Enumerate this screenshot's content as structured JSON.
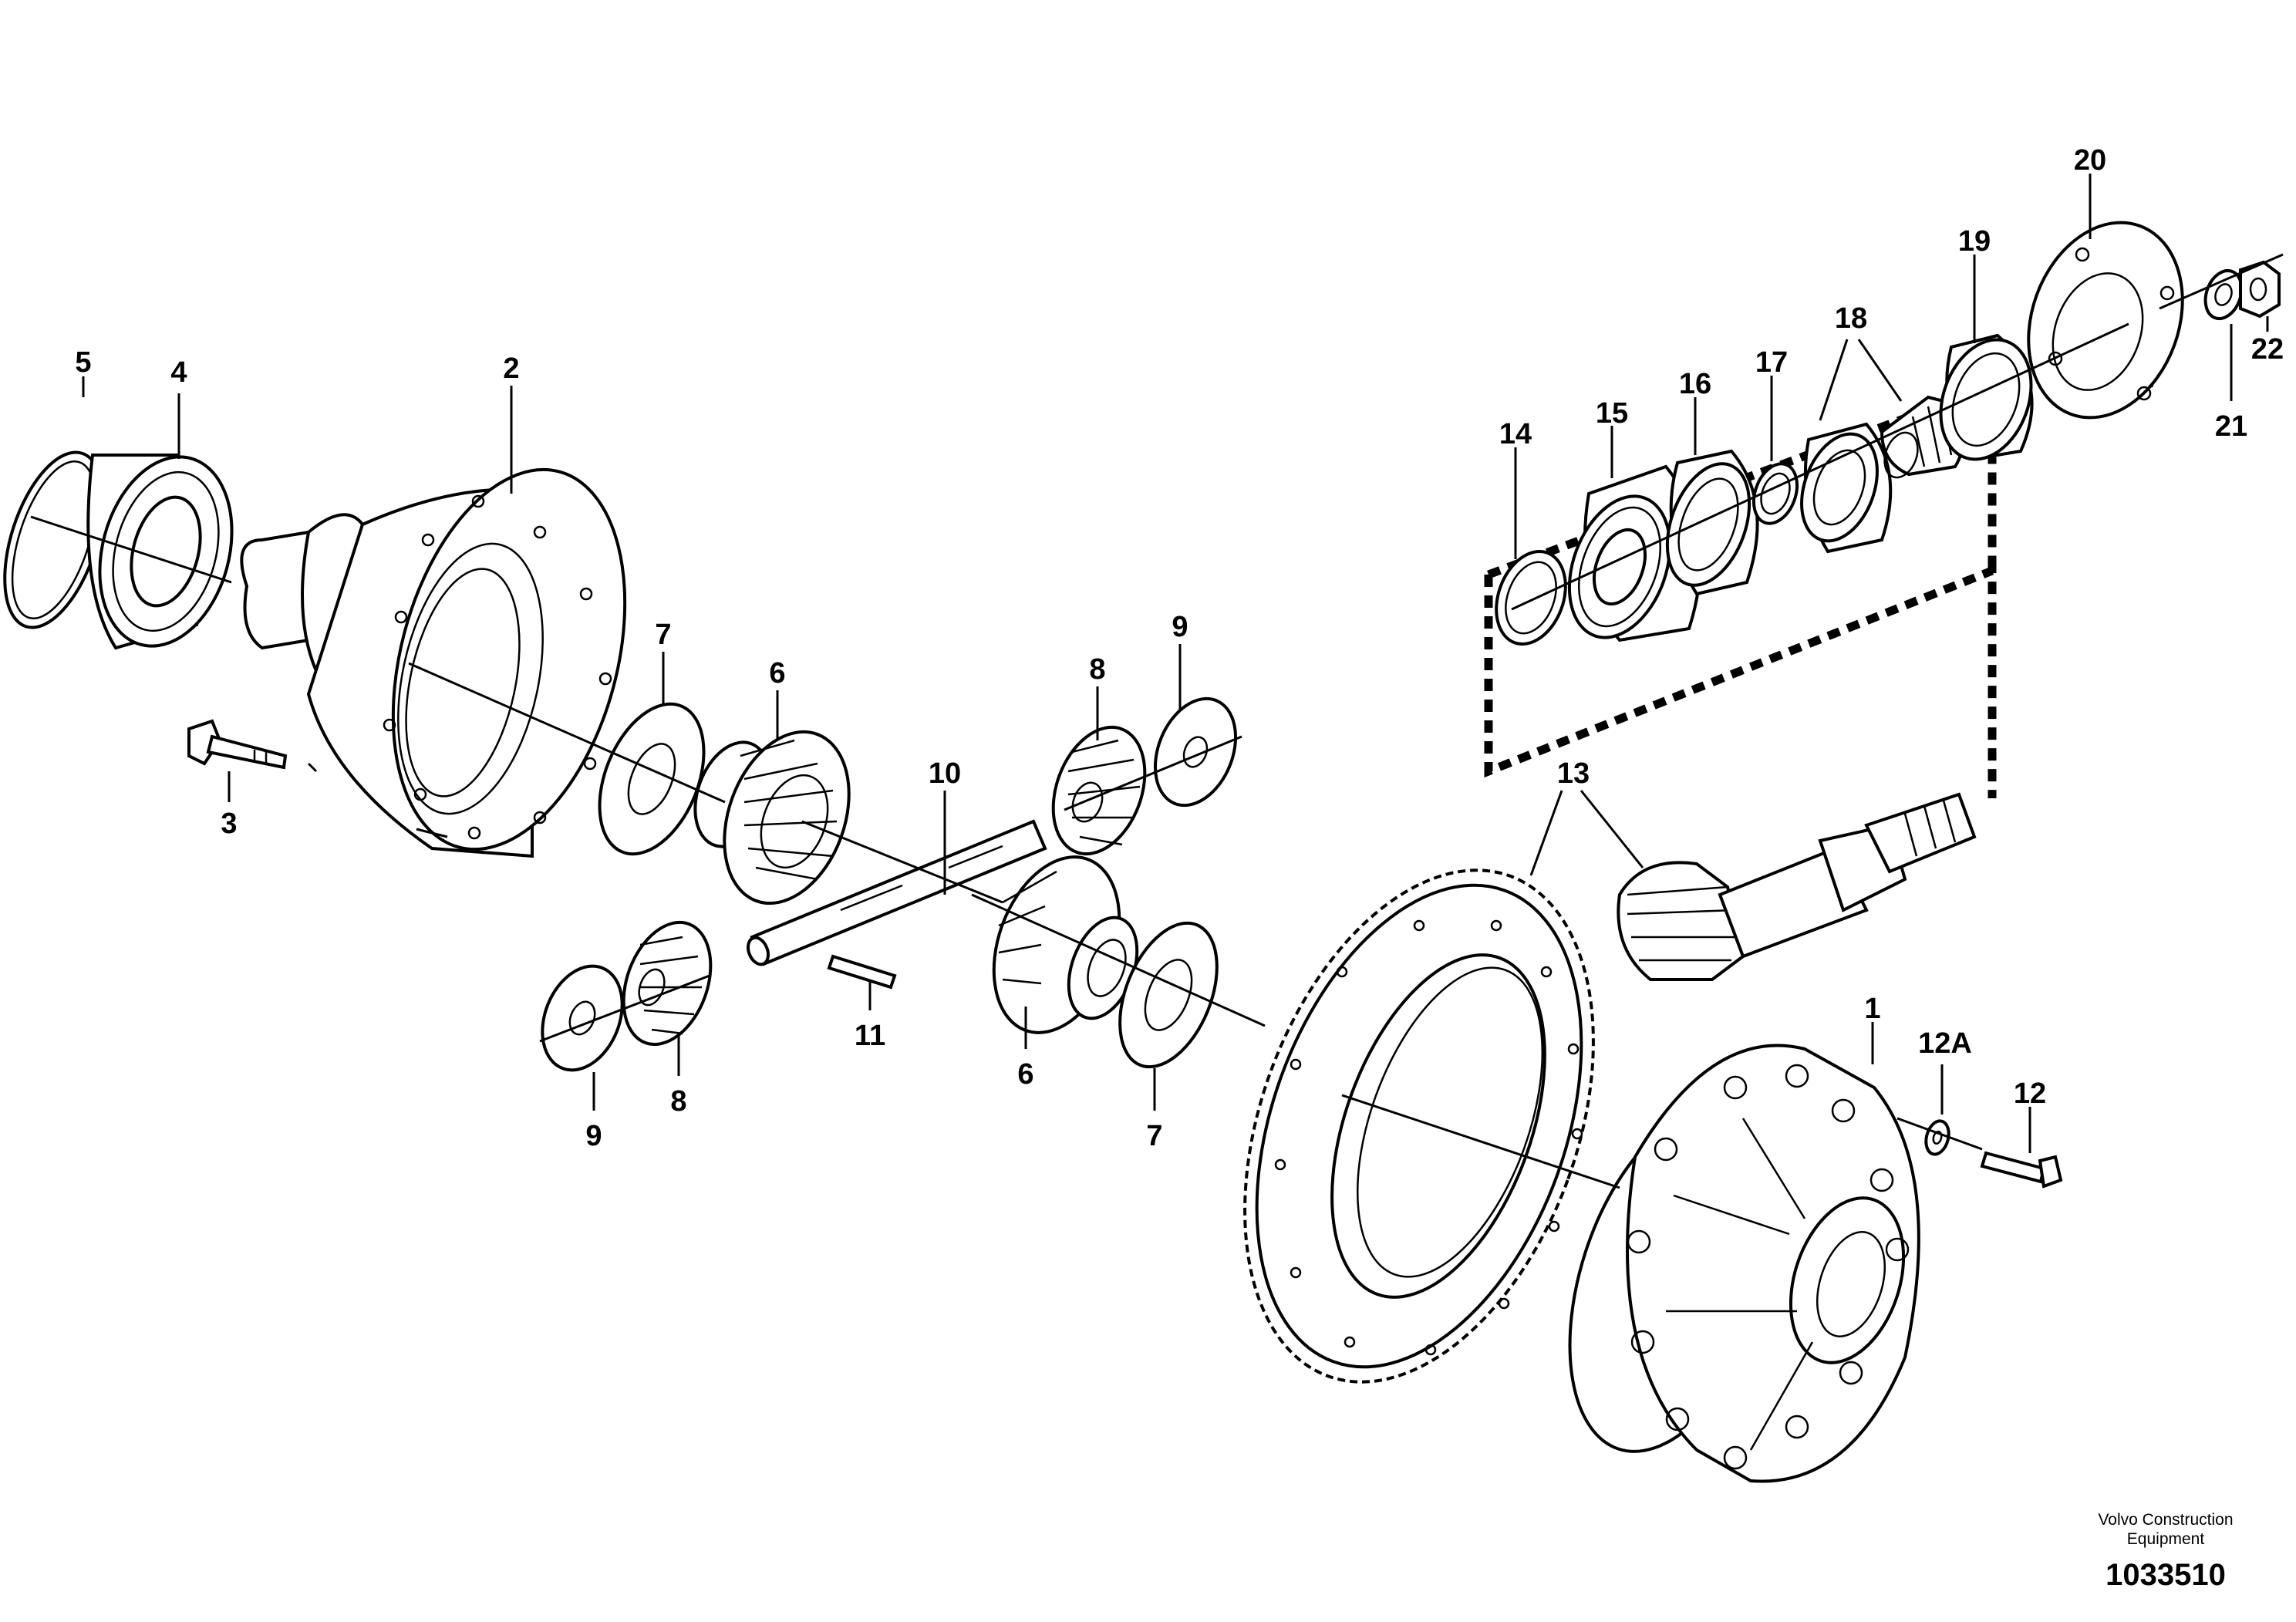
{
  "labels": {
    "p1": "1",
    "p2": "2",
    "p3": "3",
    "p4": "4",
    "p5": "5",
    "p6a": "6",
    "p6b": "6",
    "p7a": "7",
    "p7b": "7",
    "p8a": "8",
    "p8b": "8",
    "p9a": "9",
    "p9b": "9",
    "p10": "10",
    "p11": "11",
    "p12": "12",
    "p12a": "12A",
    "p13": "13",
    "p14": "14",
    "p15": "15",
    "p16": "16",
    "p17": "17",
    "p18": "18",
    "p19": "19",
    "p20": "20",
    "p21": "21",
    "p22": "22"
  },
  "footer": {
    "maker_line1": "Volvo Construction",
    "maker_line2": "Equipment",
    "part_number": "1033510"
  },
  "colors": {
    "line": "#000000",
    "background": "#ffffff"
  }
}
